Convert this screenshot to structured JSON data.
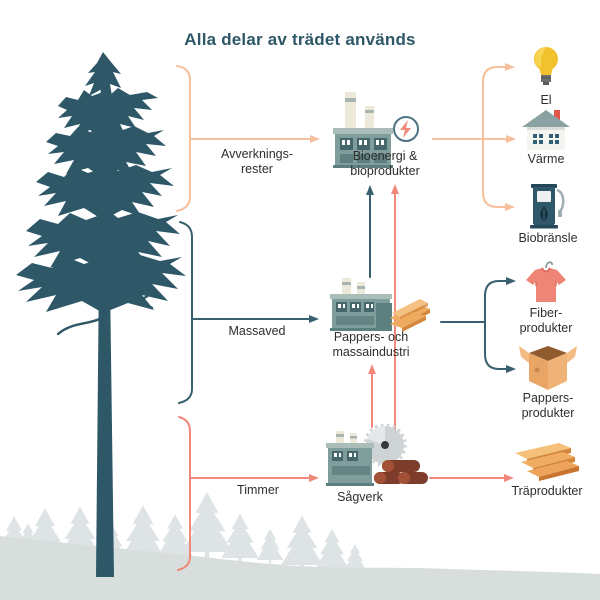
{
  "title": "Alla delar av trädet används",
  "sources": {
    "avverkningsrester": {
      "line1": "Avverknings-",
      "line2": "rester"
    },
    "massaved": {
      "label": "Massaved"
    },
    "timmer": {
      "label": "Timmer"
    }
  },
  "facilities": {
    "bioenergi": {
      "line1": "Bioenergi &",
      "line2": "bioprodukter"
    },
    "pappersmassa": {
      "line1": "Pappers- och",
      "line2": "massaindustri"
    },
    "sagverk": {
      "label": "Sågverk"
    }
  },
  "products": {
    "el": {
      "label": "El"
    },
    "varme": {
      "label": "Värme"
    },
    "biobransle": {
      "label": "Biobränsle"
    },
    "fiber": {
      "line1": "Fiber-",
      "line2": "produkter"
    },
    "papper": {
      "line1": "Pappers-",
      "line2": "produkter"
    },
    "tra": {
      "label": "Träprodukter"
    }
  },
  "icons": {
    "tree": "pine-tree-illustration",
    "forest": "forest-silhouette-background",
    "bioenergi": "factory-with-energy-icon",
    "energy": "lightning-circle-icon",
    "pappersmassa": "factory-with-paper-icon",
    "paper_stack": "paper-stack-icon",
    "sagverk": "sawmill-icon",
    "el": "lightbulb-icon",
    "varme": "house-icon",
    "biobransle": "fuel-pump-icon",
    "fiber": "tshirt-icon",
    "papper": "cardboard-box-icon",
    "tra": "wood-planks-icon"
  },
  "colors": {
    "teal_dark": "#2e5868",
    "teal_line": "#38606e",
    "ink": "#2e2e2e",
    "peach": "#f6c09c",
    "coral": "#f0897b",
    "forest_bg": "#dee3e5",
    "hill": "#d7dedb",
    "factory_body": "#7e9d9b",
    "factory_dark": "#45666b",
    "factory_roof": "#aabdb9",
    "factory_base": "#5c7f80",
    "chimney_cream": "#ece8da",
    "chimney_band": "#a9b5b1",
    "bulb_yellow": "#f2c12e",
    "bulb_base": "#6b6f70",
    "house_roof": "#8aa3a2",
    "chimney_red": "#e2574c",
    "window_blue": "#2f6077",
    "pump_teal": "#2f586a",
    "shirt_coral": "#ef8576",
    "box_tan": "#e8a566",
    "wood_orange": "#f0ad62",
    "wood_edge": "#d4873c",
    "log_brown": "#7e3c2b",
    "log_end": "#a35036",
    "saw_gray": "#ced3d6"
  }
}
